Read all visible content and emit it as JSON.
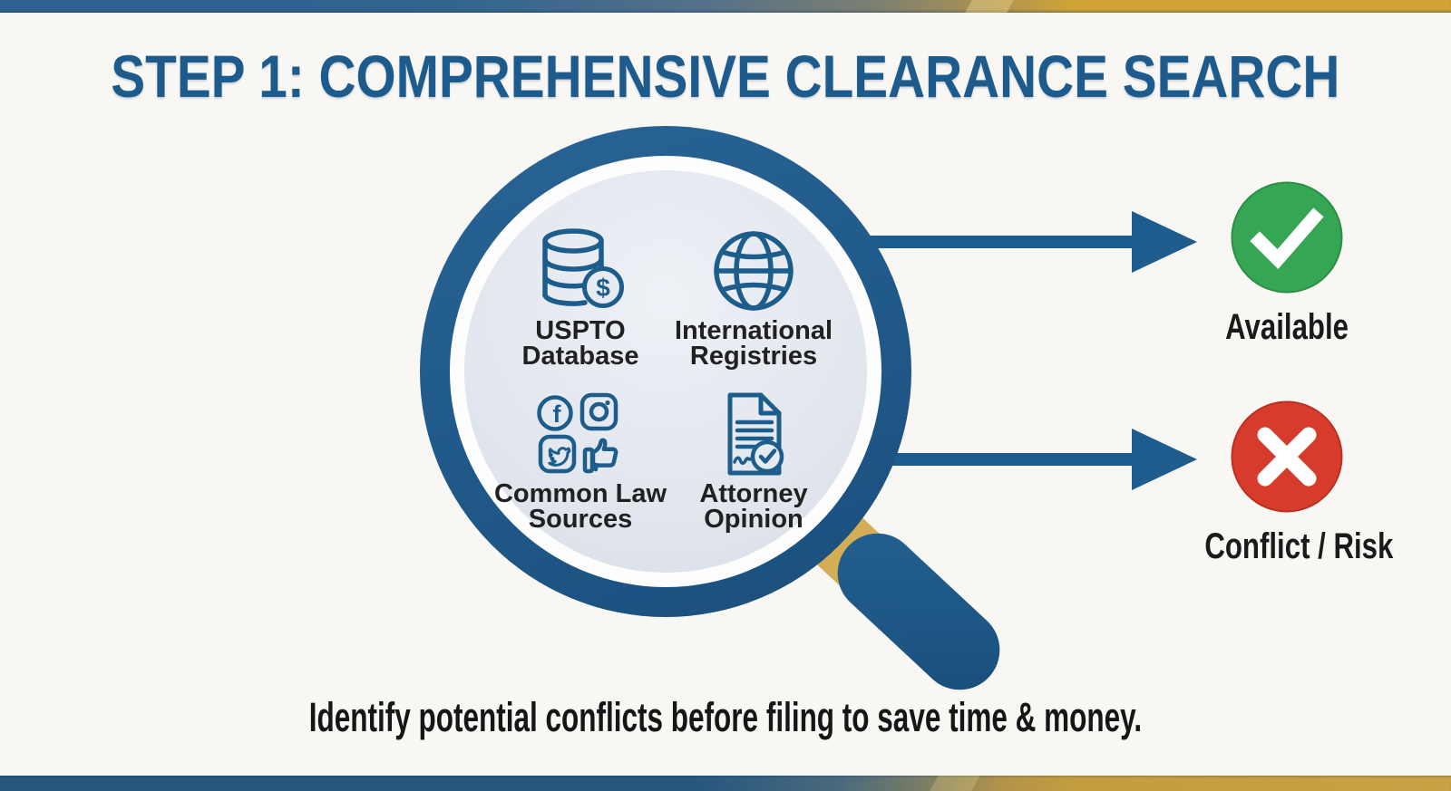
{
  "title": "STEP 1: COMPREHENSIVE CLEARANCE SEARCH",
  "magnifier": {
    "items": [
      {
        "icon": "database-dollar-icon",
        "line1": "USPTO",
        "line2": "Database",
        "glyph": "$"
      },
      {
        "icon": "globe-icon",
        "line1": "International",
        "line2": "Registries"
      },
      {
        "icon": "social-media-icons",
        "line1": "Common Law",
        "line2": "Sources",
        "glyph": "f"
      },
      {
        "icon": "document-check-icon",
        "line1": "Attorney",
        "line2": "Opinion"
      }
    ]
  },
  "outcomes": [
    {
      "icon": "check-circle-icon",
      "label": "Available",
      "color": "#35a653"
    },
    {
      "icon": "x-circle-icon",
      "label": "Conflict / Risk",
      "color": "#d63b2c"
    }
  ],
  "footer": "Identify potential conflicts before filing to save time & money.",
  "colors": {
    "primary_blue": "#1d5b8d",
    "rim_blue": "#215b8b",
    "gold": "#d0a437",
    "handle_gold": "#d4ad57",
    "lens_gray": "#e0e4ec",
    "success_green": "#35a653",
    "risk_red": "#d63b2c",
    "text_black": "#1a1a1a"
  }
}
